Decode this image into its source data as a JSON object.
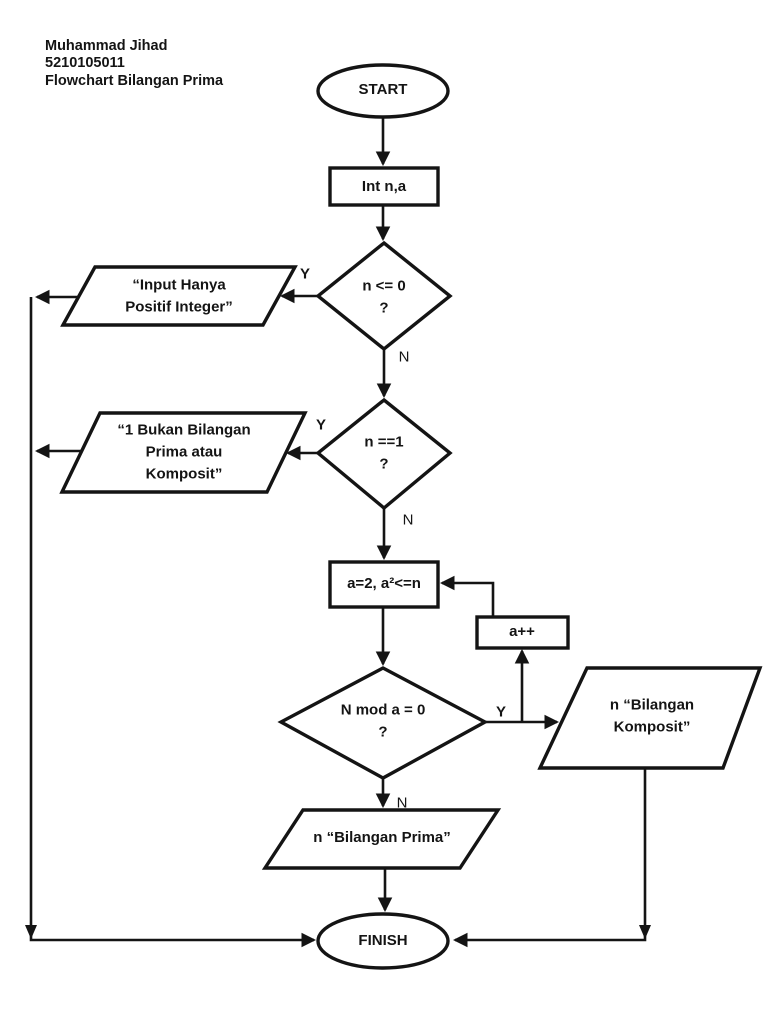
{
  "header": {
    "line1": "Muhammad Jihad",
    "line2": "5210105011",
    "line3": "Flowchart Bilangan Prima"
  },
  "nodes": {
    "start": "START",
    "init": "Int n,a",
    "check_positive": "n <= 0\n?",
    "msg_input_positive": "“Input Hanya\nPositif Integer”",
    "check_one": "n ==1\n?",
    "msg_one_not_prime": "“1 Bukan Bilangan\nPrima atau\nKomposit”",
    "loop_init": "a=2, a²<=n",
    "increment": "a++",
    "check_mod": "N mod a = 0\n?",
    "msg_komposit": "n “Bilangan\nKomposit”",
    "msg_prima": "n “Bilangan Prima”",
    "finish": "FINISH"
  },
  "edge_labels": {
    "yes1": "Y",
    "no1": "N",
    "yes2": "Y",
    "no2": "N",
    "yes3": "Y",
    "no3": "N"
  },
  "colors": {
    "stroke": "#141414",
    "background": "#ffffff"
  }
}
